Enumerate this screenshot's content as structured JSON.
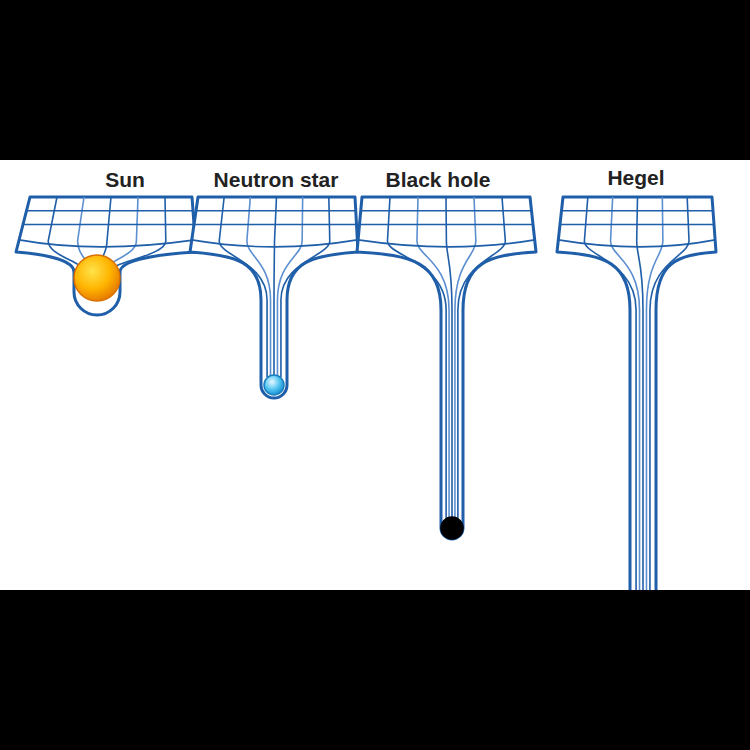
{
  "diagram": {
    "labels": [
      "Sun",
      "Neutron star",
      "Black hole",
      "Hegel"
    ]
  }
}
